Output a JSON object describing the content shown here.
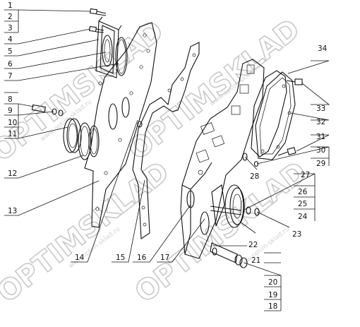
{
  "diagram": {
    "callouts": [
      {
        "num": "1"
      },
      {
        "num": "2"
      },
      {
        "num": "3"
      },
      {
        "num": "4"
      },
      {
        "num": "5"
      },
      {
        "num": "6"
      },
      {
        "num": "7"
      },
      {
        "num": "8"
      },
      {
        "num": "9"
      },
      {
        "num": "10"
      },
      {
        "num": "11"
      },
      {
        "num": "12"
      },
      {
        "num": "13"
      },
      {
        "num": "14"
      },
      {
        "num": "15"
      },
      {
        "num": "16"
      },
      {
        "num": "17"
      },
      {
        "num": "18"
      },
      {
        "num": "19"
      },
      {
        "num": "20"
      },
      {
        "num": "21"
      },
      {
        "num": "22"
      },
      {
        "num": "23"
      },
      {
        "num": "24"
      },
      {
        "num": "25"
      },
      {
        "num": "26"
      },
      {
        "num": "27"
      },
      {
        "num": "28"
      },
      {
        "num": "29"
      },
      {
        "num": "30"
      },
      {
        "num": "31"
      },
      {
        "num": "32"
      },
      {
        "num": "33"
      },
      {
        "num": "34"
      }
    ]
  },
  "watermark": {
    "brand": "OPTIMSKLAD",
    "site": "www.optim-sklad.ru"
  }
}
